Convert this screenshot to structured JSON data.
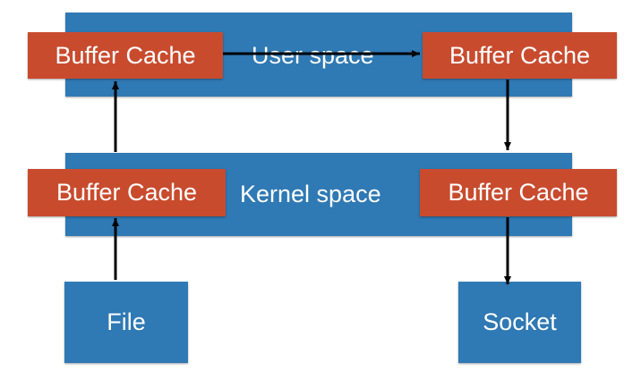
{
  "user_space": {
    "label": "User space",
    "left_cache": "Buffer Cache",
    "right_cache": "Buffer Cache"
  },
  "kernel_space": {
    "label": "Kernel space",
    "left_cache": "Buffer Cache",
    "right_cache": "Buffer Cache"
  },
  "endpoints": {
    "file": "File",
    "socket": "Socket"
  },
  "colors": {
    "band": "#2f79b4",
    "cache": "#c94b2e",
    "arrow": "#000000",
    "text": "#ffffff"
  }
}
